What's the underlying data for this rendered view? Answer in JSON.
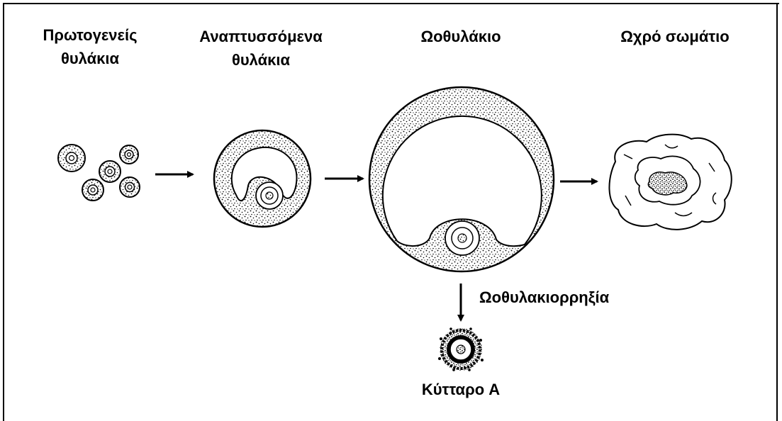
{
  "labels": {
    "primary_line1": "Πρωτογενείς",
    "primary_line2": "θυλάκια",
    "developing_line1": "Αναπτυσσόμενα",
    "developing_line2": "θυλάκια",
    "follicle": "Ωοθυλάκιο",
    "corpus_luteum": "Ωχρό σωμάτιο",
    "ovulation": "Ωοθυλακιορρηξία",
    "cell_a": "Κύτταρο A"
  },
  "colors": {
    "ink": "#000000",
    "paper": "#ffffff"
  }
}
